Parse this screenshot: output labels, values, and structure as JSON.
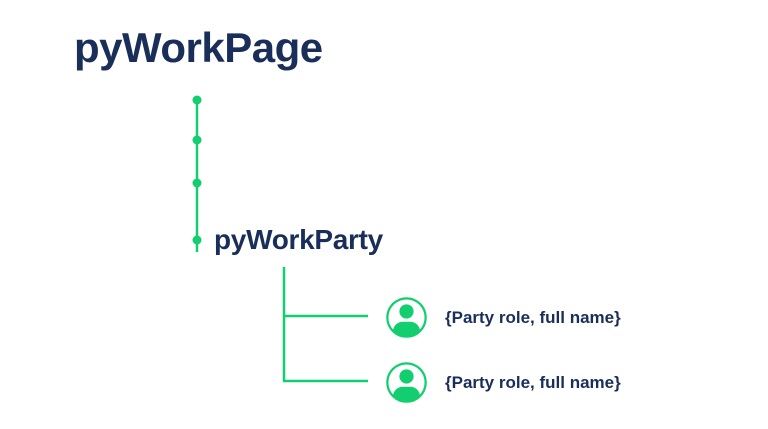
{
  "page": {
    "title": "pyWorkPage",
    "subtitle": "pyWorkParty"
  },
  "tree": {
    "trunk_dot_count": 4,
    "parties": [
      {
        "icon": "person-icon",
        "label": "{Party role, full name}"
      },
      {
        "icon": "person-icon",
        "label": "{Party role, full name}"
      }
    ]
  },
  "colors": {
    "accent_green": "#12ce6e",
    "text_navy": "#1a2e5a",
    "background": "#ffffff"
  }
}
